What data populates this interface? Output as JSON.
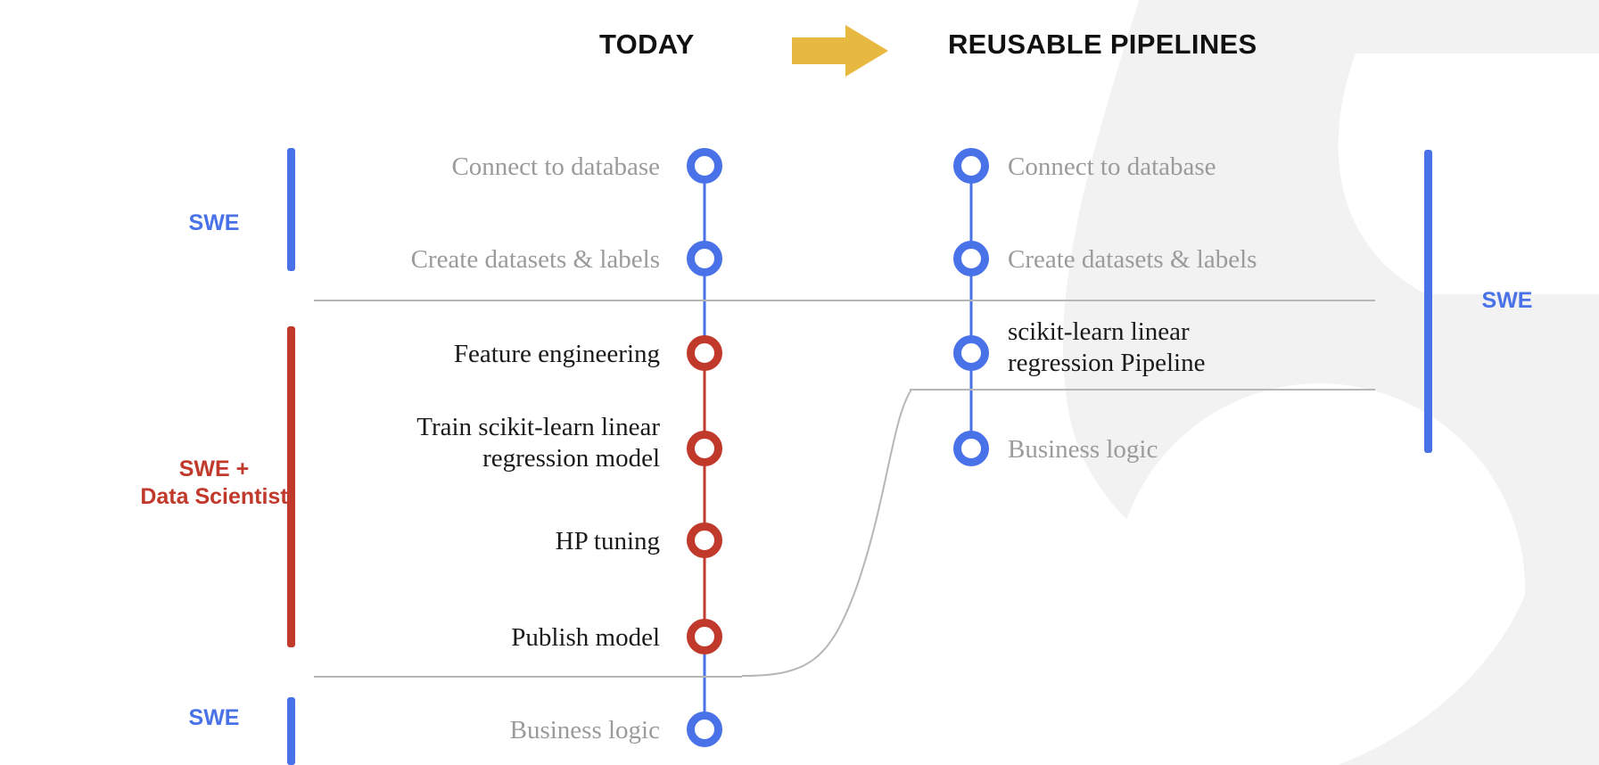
{
  "header": {
    "left_title": "TODAY",
    "right_title": "REUSABLE PIPELINES",
    "arrow_icon": "right-arrow-icon",
    "arrow_color": "#E8B940"
  },
  "colors": {
    "blue": "#4A72E8",
    "red": "#C0392B",
    "muted_text": "#9B9B9B",
    "strong_text": "#1A1A1A",
    "divider": "#B6B6B6",
    "watermark": "#F2F2F2",
    "background": "#FFFFFF"
  },
  "left_column": {
    "name": "TODAY",
    "groups": [
      {
        "label": "SWE",
        "color": "#4A72E8"
      },
      {
        "label": "SWE +\nData Scientist",
        "color": "#C0392B"
      },
      {
        "label": "SWE",
        "color": "#4A72E8"
      }
    ],
    "steps": [
      {
        "label": "Connect to database",
        "role": "SWE",
        "color": "blue",
        "emphasis": "muted"
      },
      {
        "label": "Create datasets & labels",
        "role": "SWE",
        "color": "blue",
        "emphasis": "muted"
      },
      {
        "label": "Feature engineering",
        "role": "SWE + Data Scientist",
        "color": "red",
        "emphasis": "strong"
      },
      {
        "label": "Train scikit-learn linear\nregression model",
        "role": "SWE + Data Scientist",
        "color": "red",
        "emphasis": "strong"
      },
      {
        "label": "HP tuning",
        "role": "SWE + Data Scientist",
        "color": "red",
        "emphasis": "strong"
      },
      {
        "label": "Publish model",
        "role": "SWE + Data Scientist",
        "color": "red",
        "emphasis": "strong"
      },
      {
        "label": "Business logic",
        "role": "SWE",
        "color": "blue",
        "emphasis": "muted"
      }
    ]
  },
  "right_column": {
    "name": "REUSABLE PIPELINES",
    "groups": [
      {
        "label": "SWE",
        "color": "#4A72E8"
      }
    ],
    "steps": [
      {
        "label": "Connect to database",
        "role": "SWE",
        "color": "blue",
        "emphasis": "muted"
      },
      {
        "label": "Create datasets & labels",
        "role": "SWE",
        "color": "blue",
        "emphasis": "muted"
      },
      {
        "label": "scikit-learn linear\nregression Pipeline",
        "role": "SWE",
        "color": "blue",
        "emphasis": "strong"
      },
      {
        "label": "Business logic",
        "role": "SWE",
        "color": "blue",
        "emphasis": "muted"
      }
    ]
  }
}
